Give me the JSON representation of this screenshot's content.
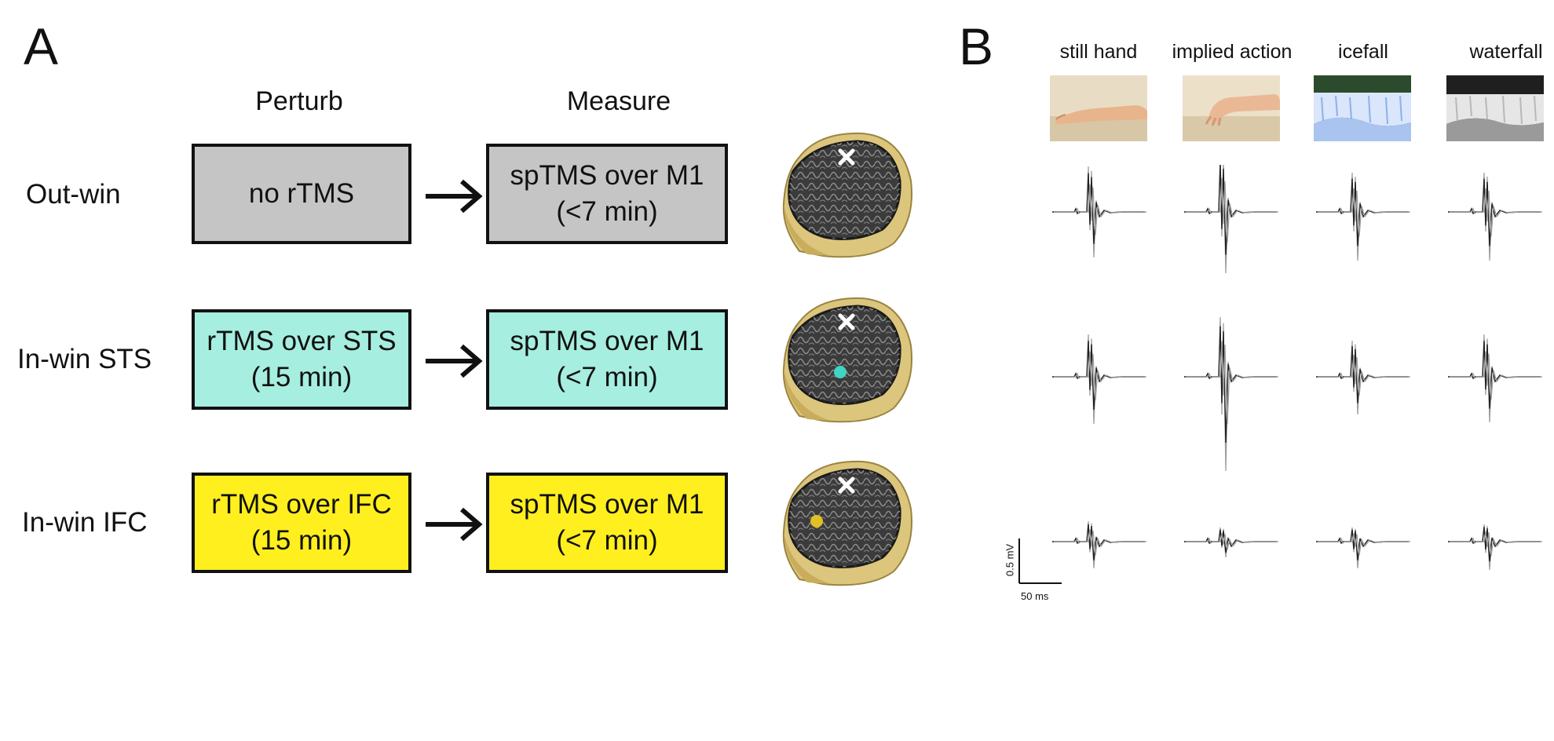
{
  "panelA": {
    "letter": "A",
    "perturb_header": "Perturb",
    "measure_header": "Measure",
    "rows": [
      {
        "label": "Out-win",
        "perturb": "no rTMS",
        "measure": "spTMS over M1\n(<7 min)",
        "color": "#c5c5c5",
        "site_color": ""
      },
      {
        "label": "In-win STS",
        "perturb": "rTMS over STS\n(15 min)",
        "measure": "spTMS over M1\n(<7 min)",
        "color": "#a6eee0",
        "site_color": "#3fd4c4"
      },
      {
        "label": "In-win IFC",
        "perturb": "rTMS over IFC\n(15 min)",
        "measure": "spTMS over M1\n(<7 min)",
        "color": "#ffef1f",
        "site_color": "#e0c024"
      }
    ]
  },
  "panelB": {
    "letter": "B",
    "conditions": [
      "still hand",
      "implied action",
      "icefall",
      "waterfall"
    ],
    "scale_y": "0.5 mV",
    "scale_x": "50 ms"
  }
}
